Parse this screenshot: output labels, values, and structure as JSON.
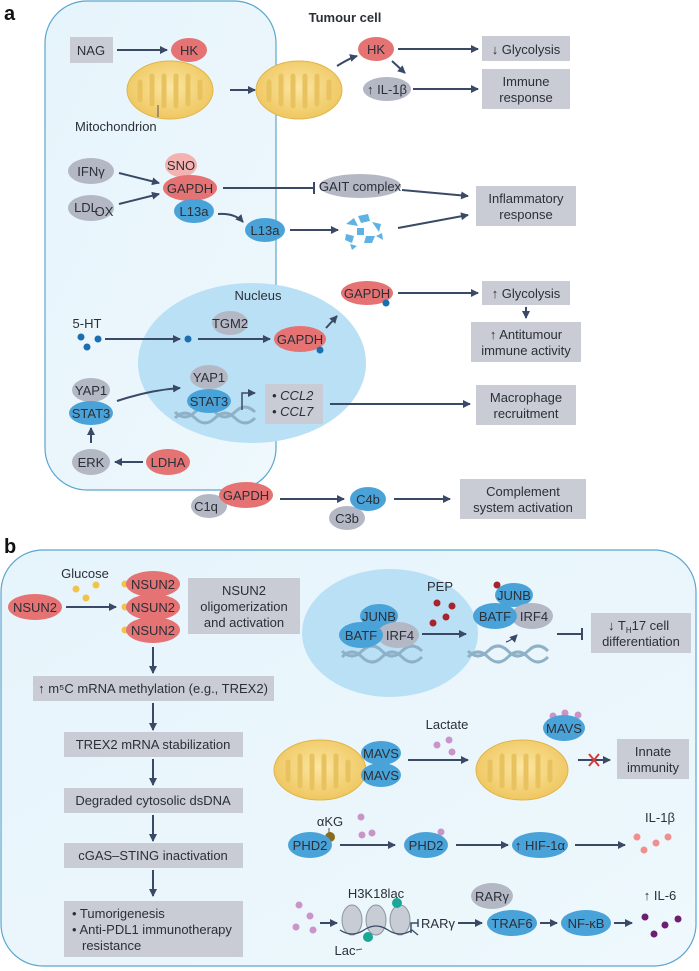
{
  "panels": {
    "a": {
      "label": "a",
      "cell_title": "Tumour cell",
      "nucleus_label": "Nucleus",
      "mitochondrion_label": "Mitochondrion",
      "row1": {
        "nag": "NAG",
        "hk1": "HK",
        "hk2": "HK",
        "il1b": "↑ IL-1β",
        "glycolysis_down": "↓ Glycolysis",
        "immune_response_l1": "Immune",
        "immune_response_l2": "response"
      },
      "row2": {
        "ifng": "IFNγ",
        "ldl": "LDL",
        "ldl_sub": "OX",
        "sno": "SNO",
        "gapdh": "GAPDH",
        "l13a_bound": "L13a",
        "l13a_free": "L13a",
        "gait": "GAIT complex",
        "inflam_l1": "Inflammatory",
        "inflam_l2": "response"
      },
      "row3": {
        "ht5": "5-HT",
        "tgm2": "TGM2",
        "gapdh_nuc": "GAPDH",
        "gapdh_out": "GAPDH",
        "glycolysis_up": "↑ Glycolysis",
        "antitumour_l1": "↑ Antitumour",
        "antitumour_l2": "immune activity"
      },
      "row4": {
        "yap1_out": "YAP1",
        "stat3_out": "STAT3",
        "yap1_in": "YAP1",
        "stat3_in": "STAT3",
        "ccl2": "• CCL2",
        "ccl7": "• CCL7",
        "macro_l1": "Macrophage",
        "macro_l2": "recruitment",
        "erk": "ERK",
        "ldha": "LDHA"
      },
      "row5": {
        "gapdh": "GAPDH",
        "c1q": "C1q",
        "c4b": "C4b",
        "c3b": "C3b",
        "complement_l1": "Complement",
        "complement_l2": "system activation"
      }
    },
    "b": {
      "label": "b",
      "left": {
        "glucose": "Glucose",
        "nsun2": "NSUN2",
        "nsun2_oligo": [
          "NSUN2",
          "NSUN2",
          "NSUN2"
        ],
        "oligo_box": [
          "NSUN2",
          "oligomerization",
          "and activation"
        ],
        "methylation": "↑ m⁵C mRNA methylation (e.g., TREX2)",
        "stabilization": "TREX2 mRNA stabilization",
        "degraded": "Degraded cytosolic dsDNA",
        "cgas": "cGAS–STING inactivation",
        "outcomes": [
          "• Tumorigenesis",
          "• Anti-PDL1 immunotherapy",
          "resistance"
        ]
      },
      "th17": {
        "junb": "JUNB",
        "batf": "BATF",
        "irf4": "IRF4",
        "pep": "PEP",
        "junb2": "JUNB",
        "batf2": "BATF",
        "irf4_2": "IRF4",
        "result_l1": "↓ T",
        "result_sub": "H",
        "result_l1b": "17 cell",
        "result_l2": "differentiation"
      },
      "mavs": {
        "mavs1": "MAVS",
        "mavs2": "MAVS",
        "mavs3": "MAVS",
        "lactate": "Lactate",
        "innate_l1": "Innate",
        "innate_l2": "immunity"
      },
      "phd": {
        "akg": "αKG",
        "phd2a": "PHD2",
        "phd2b": "PHD2",
        "hif": "↑ HIF-1α",
        "il1b": "IL-1β"
      },
      "rar": {
        "h3k18": "H3K18lac",
        "lac": "Lac",
        "rarg_gene": "RARγ",
        "rarg": "RARγ",
        "traf6": "TRAF6",
        "nfkb": "NF-κB",
        "il6": "↑ IL-6"
      }
    }
  },
  "colors": {
    "cell_fill": "#e3f3fb",
    "cell_stroke": "#5aa6cf",
    "nucleus": "#b9e0f5",
    "red_protein": "#e57373",
    "blue_protein": "#4aa3d8",
    "grey_protein": "#b4b8c4",
    "box": "#c9ccd4",
    "arrow": "#3a4a66",
    "mito": "#f3cf6a"
  }
}
